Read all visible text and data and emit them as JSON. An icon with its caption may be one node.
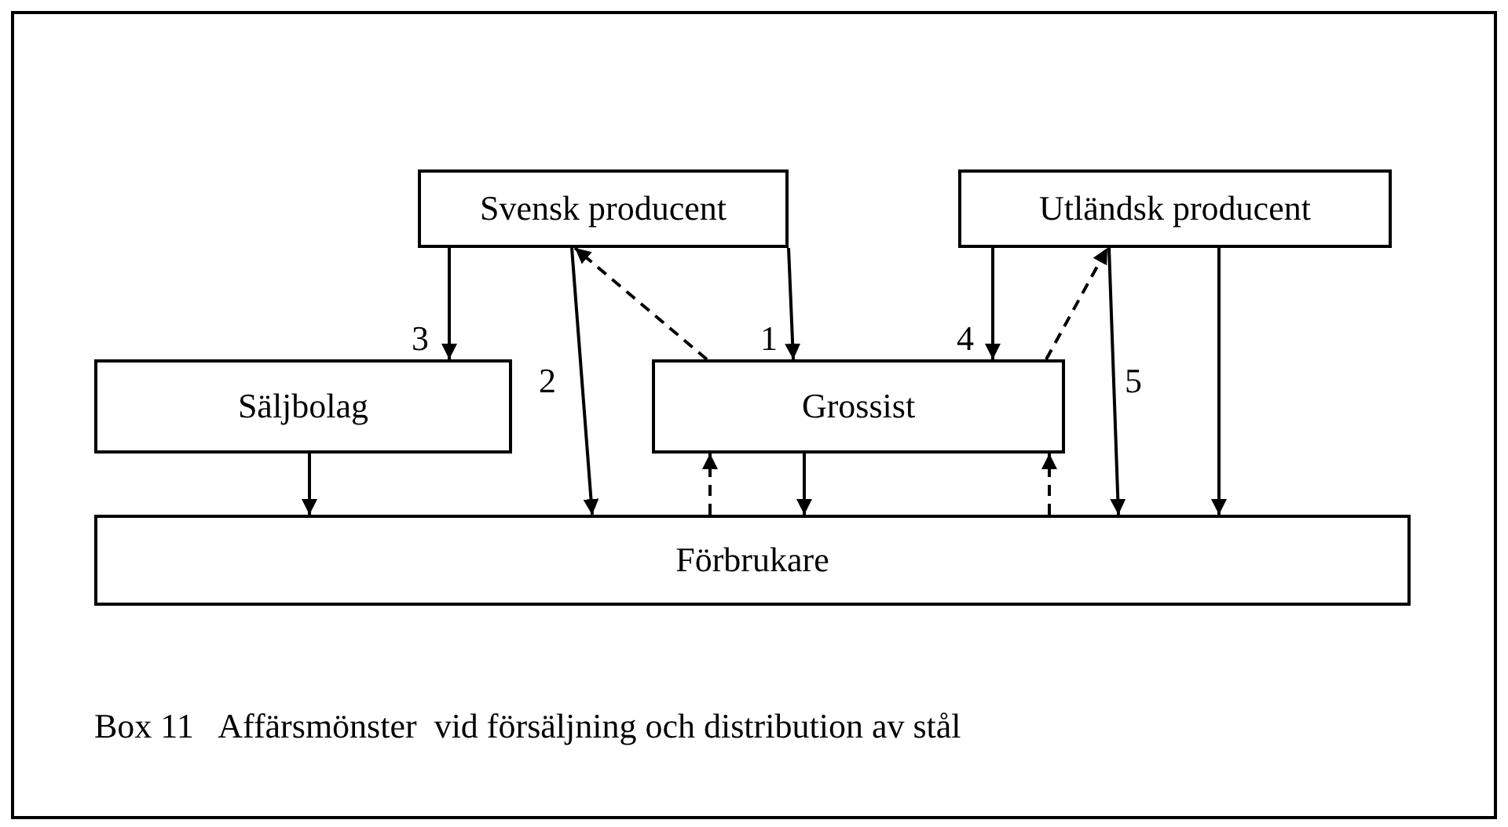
{
  "diagram": {
    "caption": "Box 11   Affärsmönster  vid försäljning och distribution av stål",
    "nodes": [
      {
        "text": [
          "Svensk producent"
        ]
      },
      {
        "text": [
          "Utländsk producent"
        ]
      },
      {
        "text": [
          "Säljbolag"
        ]
      },
      {
        "text": [
          "Grossist"
        ]
      },
      {
        "text": [
          "Förbrukare"
        ]
      }
    ],
    "edges": [
      {
        "from": 0,
        "to": 2,
        "arrow": "to",
        "label": "3"
      },
      {
        "from": 0,
        "to": 4,
        "arrow": "to",
        "label": "2"
      },
      {
        "from": 3,
        "to": 0,
        "arrow": "to",
        "style": "dashed"
      },
      {
        "from": 0,
        "to": 3,
        "arrow": "to",
        "label": "1"
      },
      {
        "from": 1,
        "to": 3,
        "arrow": "to",
        "label": "4"
      },
      {
        "from": 3,
        "to": 1,
        "arrow": "to",
        "style": "dashed"
      },
      {
        "from": 1,
        "to": 4,
        "arrow": "to",
        "label": "5"
      },
      {
        "from": 1,
        "to": 4,
        "arrow": "to"
      },
      {
        "from": 2,
        "to": 4,
        "arrow": "to"
      },
      {
        "from": 4,
        "to": 3,
        "arrow": "to",
        "style": "dashed"
      },
      {
        "from": 3,
        "to": 4,
        "arrow": "to"
      },
      {
        "from": 4,
        "to": 3,
        "arrow": "to",
        "style": "dashed"
      }
    ]
  }
}
